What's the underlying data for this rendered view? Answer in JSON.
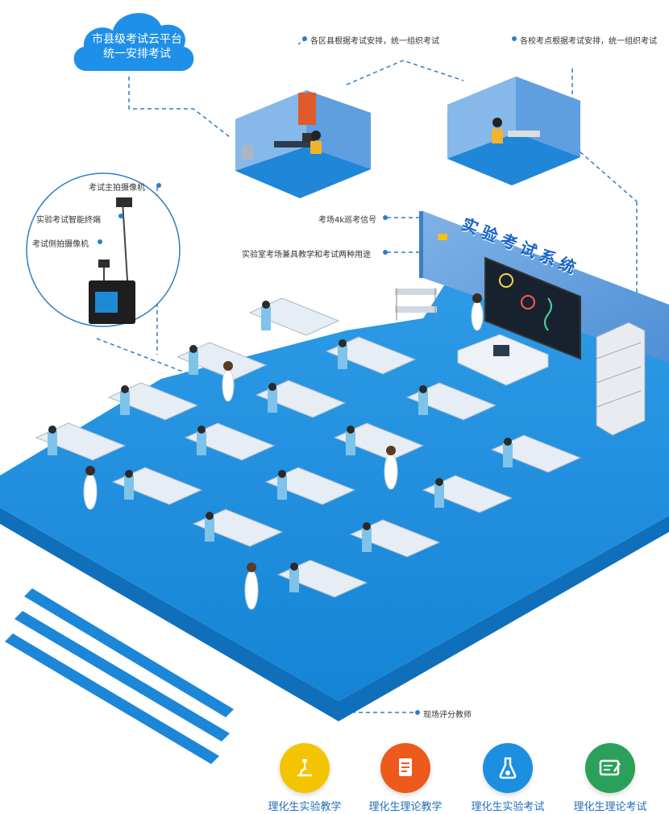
{
  "cloud": {
    "line1": "市县级考试云平台",
    "line2": "统一安排考试"
  },
  "room_labels": {
    "district": "各区县根据考试安排，统一组织考试",
    "school": "各校考点根据考试安排，统一组织考试"
  },
  "device_labels": {
    "main_camera": "考试主拍摄像机",
    "terminal": "实验考试智能终端",
    "side_camera": "考试侧拍摄像机"
  },
  "callouts": {
    "signal": "考场4k巡考信号",
    "dual_use": "实验室考场兼具教学和考试两种用途",
    "teacher": "现场评分教师"
  },
  "wall_title": "实验考试系统",
  "features": [
    {
      "label": "理化生实验教学",
      "icon": "microscope-icon",
      "color": "#f5c400"
    },
    {
      "label": "理化生理论教学",
      "icon": "document-icon",
      "color": "#ee5a1c"
    },
    {
      "label": "理化生实验考试",
      "icon": "flask-icon",
      "color": "#1c8fe0"
    },
    {
      "label": "理化生理论考试",
      "icon": "certificate-icon",
      "color": "#2aa05a"
    }
  ]
}
